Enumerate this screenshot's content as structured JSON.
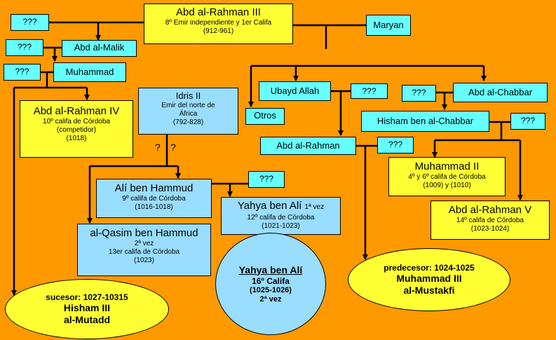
{
  "unknown_label": "???",
  "uncertain_mark": "?",
  "abd3": {
    "name": "Abd al-Rahman III",
    "line1": "8º Emir independiente y 1er Califa",
    "years": "(912-961)"
  },
  "maryan": "Maryan",
  "abd_al_malik": "Abd al-Malik",
  "muhammad": "Muhammad",
  "abd4": {
    "name": "Abd al-Rahman IV",
    "line1": "10º califa de Córdoba",
    "line2": "(competidor)",
    "years": "(1018)"
  },
  "idris": {
    "name": "Idris II",
    "line1": "Emir del norte de",
    "line2": "África",
    "years": "(792-828)"
  },
  "ubayd": "Ubayd Allah",
  "abd_al_chabbar": "Abd al-Chabbar",
  "otros": "Otros",
  "hisham_ben": "Hisham ben al-Chabbar",
  "abd_rahman": "Abd al-Rahman",
  "muhammad2": {
    "name": "Muhammad II",
    "line1": "4º y 6º califa de Córdoba",
    "years": "(1009) y (1010)"
  },
  "abd5": {
    "name": "Abd al-Rahman V",
    "line1": "14º califa de Córdoba",
    "years": "(1023-1024)"
  },
  "ali": {
    "name": "Alí ben Hammud",
    "line1": "9º califa de Córdoba",
    "years": "(1016-1018)"
  },
  "yahya_box": {
    "name": "Yahya ben Alí",
    "sup": "1ª vez",
    "line1": "12º califa de Córdoba",
    "years": "(1021-1023)"
  },
  "qasim": {
    "name": "al-Qasim ben Hammud",
    "line1": "2ª vez",
    "line2": "13er califa de Córdoba",
    "years": "(1023)"
  },
  "hisham3": {
    "role": "sucesor: 1027-10315",
    "name1": "Hisham III",
    "name2": "al-Mutadd"
  },
  "yahya_ell": {
    "name": "Yahya ben Alí",
    "line1": "16º Califa",
    "years": "(1025-1026)",
    "line2": "2ª vez"
  },
  "mustakfi": {
    "role": "predecesor: 1024-1025",
    "name1": "Muhammad III",
    "name2": "al-Mustakfi"
  },
  "colors": {
    "background": "#ff9900",
    "caliph": "#ffff33",
    "relative": "#66ffff",
    "hammudid": "#99ddff"
  }
}
